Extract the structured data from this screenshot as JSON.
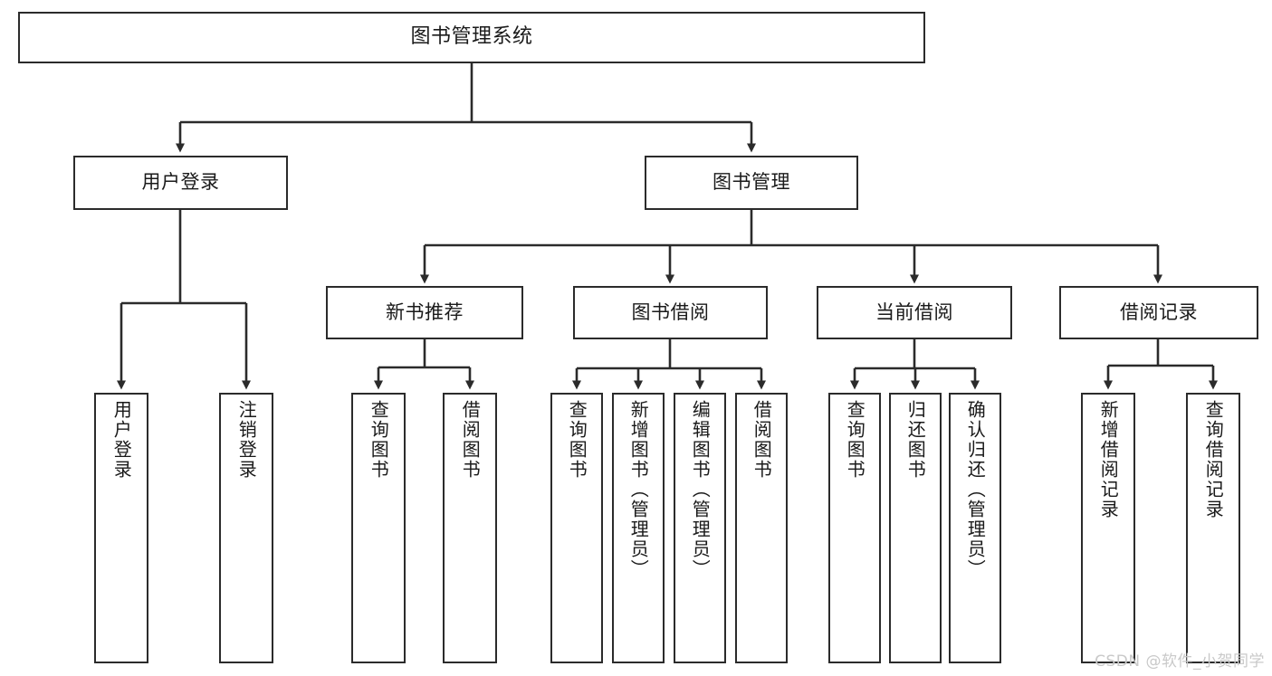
{
  "diagram": {
    "type": "tree-hierarchy",
    "title": "图书管理系统",
    "orientation": "top-down",
    "background_color": "#ffffff",
    "line_color": "#2b2b2b",
    "box_border_color": "#2b2b2b",
    "box_fill_color": "#ffffff",
    "text_color": "#1a1a1a"
  },
  "nodes": {
    "root": {
      "label": "图书管理系统",
      "level": 0
    },
    "level1": [
      {
        "label": "用户登录",
        "level": 1
      },
      {
        "label": "图书管理",
        "level": 1
      }
    ],
    "level2": [
      {
        "label": "新书推荐",
        "level": 2,
        "parent": "图书管理"
      },
      {
        "label": "图书借阅",
        "level": 2,
        "parent": "图书管理"
      },
      {
        "label": "当前借阅",
        "level": 2,
        "parent": "图书管理"
      },
      {
        "label": "借阅记录",
        "level": 2,
        "parent": "图书管理"
      }
    ],
    "leaves": [
      {
        "label": "用户登录",
        "parent": "用户登录",
        "group": 0
      },
      {
        "label": "注销登录",
        "parent": "用户登录",
        "group": 0
      },
      {
        "label": "查询图书",
        "parent": "新书推荐",
        "group": 1
      },
      {
        "label": "借阅图书",
        "parent": "新书推荐",
        "group": 1
      },
      {
        "label": "查询图书",
        "parent": "图书借阅",
        "group": 2
      },
      {
        "label": "新增图书（管理员）",
        "parent": "图书借阅",
        "group": 2
      },
      {
        "label": "编辑图书（管理员）",
        "parent": "图书借阅",
        "group": 2
      },
      {
        "label": "借阅图书",
        "parent": "图书借阅",
        "group": 2
      },
      {
        "label": "查询图书",
        "parent": "当前借阅",
        "group": 3
      },
      {
        "label": "归还图书",
        "parent": "当前借阅",
        "group": 3
      },
      {
        "label": "确认归还（管理员）",
        "parent": "当前借阅",
        "group": 3
      },
      {
        "label": "新增借阅记录",
        "parent": "借阅记录",
        "group": 4
      },
      {
        "label": "查询借阅记录",
        "parent": "借阅记录",
        "group": 4
      }
    ]
  },
  "watermark": {
    "text": "CSDN @软件_小贺同学",
    "color": "#c9c9c9"
  }
}
